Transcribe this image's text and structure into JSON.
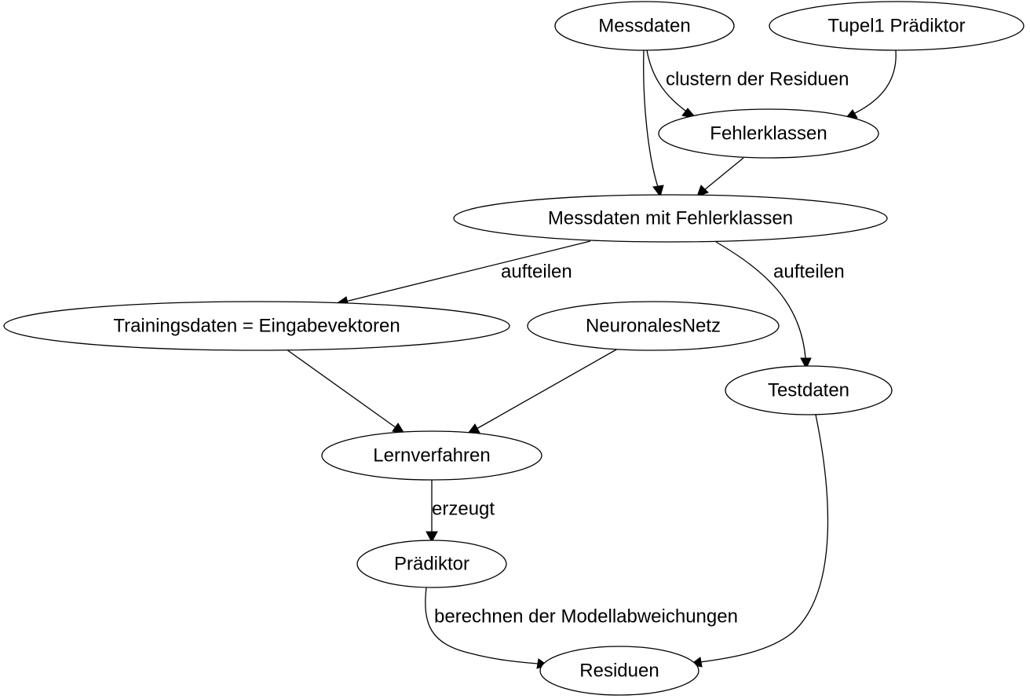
{
  "diagram": {
    "nodes": {
      "messdaten": "Messdaten",
      "tupel_praediktor": "Tupel1 Prädiktor",
      "fehlerklassen": "Fehlerklassen",
      "messdaten_mit_fehlerklassen": "Messdaten mit Fehlerklassen",
      "trainingsdaten": "Trainingsdaten = Eingabevektoren",
      "neuronales_netz": "NeuronalesNetz",
      "testdaten": "Testdaten",
      "lernverfahren": "Lernverfahren",
      "praediktor": "Prädiktor",
      "residuen": "Residuen"
    },
    "edge_labels": {
      "clustern": "clustern der Residuen",
      "aufteilen_left": "aufteilen",
      "aufteilen_right": "aufteilen",
      "erzeugt": "erzeugt",
      "berechnen": "berechnen der Modellabweichungen"
    }
  }
}
